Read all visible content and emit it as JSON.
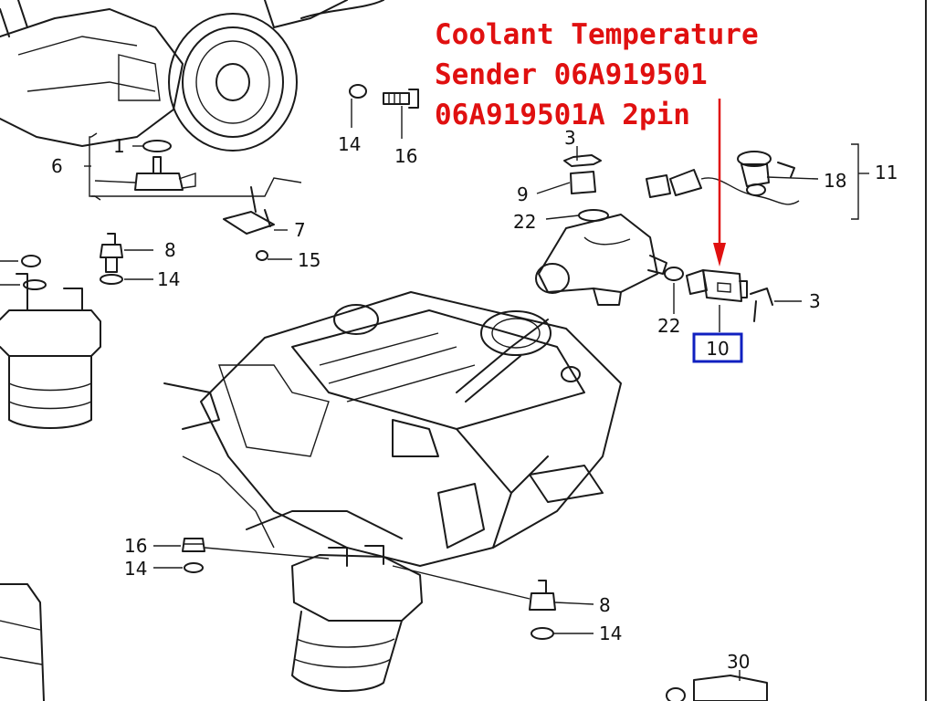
{
  "caption": {
    "lines": [
      "Coolant Temperature",
      "Sender 06A919501",
      "06A919501A 2pin"
    ],
    "color": "#e01010"
  },
  "highlight": {
    "label": "10",
    "color": "#1020c0"
  },
  "arrow_color": "#e01010",
  "part_labels": {
    "p1": "1",
    "p3a": "3",
    "p3b": "3",
    "p6": "6",
    "p7": "7",
    "p8a": "8",
    "p8b": "8",
    "p9": "9",
    "p11": "11",
    "p14a": "14",
    "p14b": "14",
    "p14c": "14",
    "p14d": "14",
    "p15": "15",
    "p16a": "16",
    "p16b": "16",
    "p18": "18",
    "p22a": "22",
    "p22b": "22",
    "p30": "30"
  }
}
